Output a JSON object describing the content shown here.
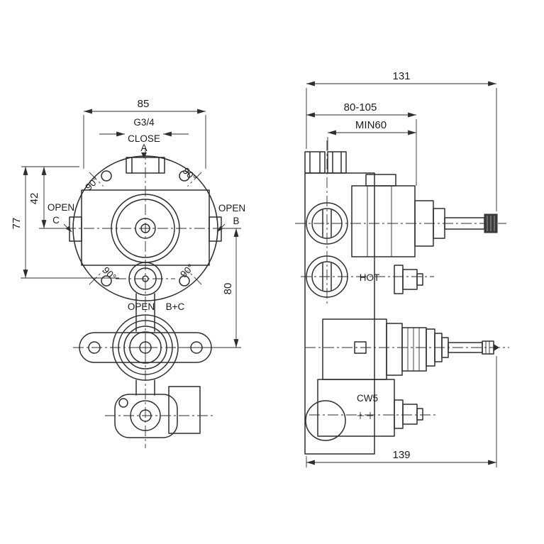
{
  "colors": {
    "ink": "#2e2e2e",
    "background": "#ffffff"
  },
  "front_view": {
    "dim_width": "85",
    "thread_label": "G3/4",
    "close_label": "CLOSE",
    "port_a_label": "A",
    "angle_top_left": "90°",
    "angle_top_right": "90°",
    "angle_bottom_left": "90°",
    "angle_bottom_right": "90°",
    "open_left_word": "OPEN",
    "open_left_port": "C",
    "open_right_word": "OPEN",
    "open_right_port": "B",
    "dim_center_offset": "42",
    "dim_overall_height": "77",
    "open_bottom_word": "OPEN",
    "open_bottom_ports": "B+C",
    "dim_port_spacing": "80"
  },
  "side_view": {
    "dim_overall_depth": "131",
    "dim_install_range": "80-105",
    "dim_min_depth": "MIN60",
    "hot_port_label": "HOT",
    "cold_port_label": "CW5",
    "dim_lower_depth": "139"
  }
}
